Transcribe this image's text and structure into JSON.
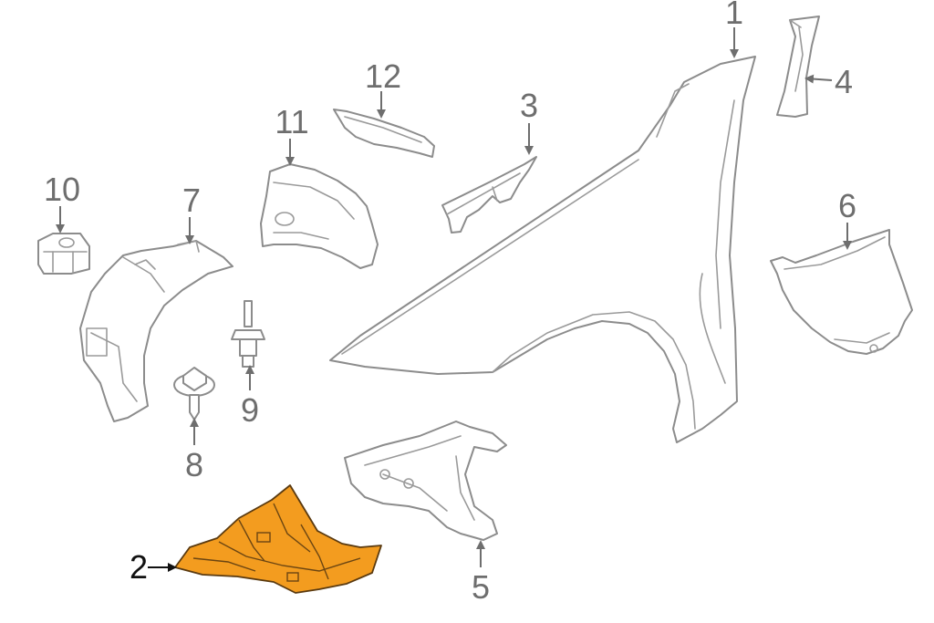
{
  "colors": {
    "highlight": "#f39c1f",
    "line": "#8c8c8c",
    "label": "#6e6e6e",
    "label_highlighted": "#111111"
  },
  "highlighted_callout": "2",
  "callouts": [
    {
      "id": "1",
      "text": "1"
    },
    {
      "id": "2",
      "text": "2"
    },
    {
      "id": "3",
      "text": "3"
    },
    {
      "id": "4",
      "text": "4"
    },
    {
      "id": "5",
      "text": "5"
    },
    {
      "id": "6",
      "text": "6"
    },
    {
      "id": "7",
      "text": "7"
    },
    {
      "id": "8",
      "text": "8"
    },
    {
      "id": "9",
      "text": "9"
    },
    {
      "id": "10",
      "text": "10"
    },
    {
      "id": "11",
      "text": "11"
    },
    {
      "id": "12",
      "text": "12"
    }
  ]
}
